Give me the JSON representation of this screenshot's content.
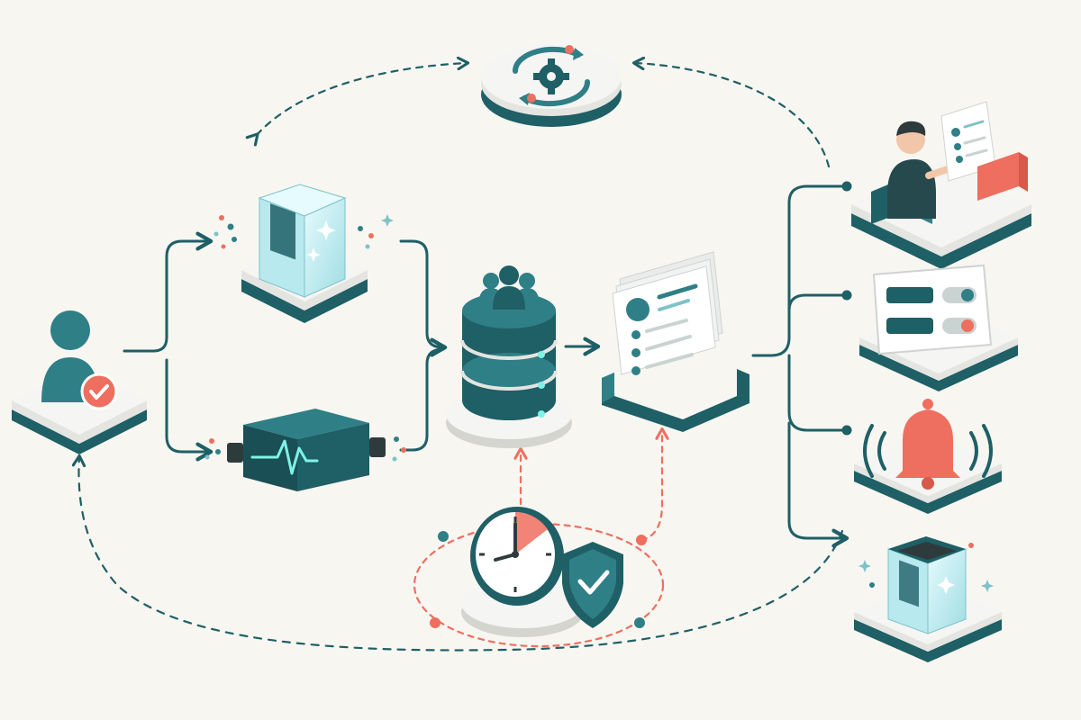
{
  "colors": {
    "background": "#f7f6f1",
    "teal_dark": "#1f5f66",
    "teal": "#2f7f87",
    "teal_light": "#7fc2c8",
    "ice": "#cfeff2",
    "coral": "#ee6f5f",
    "platform_top": "#f5f5f3",
    "platform_side": "#e4e4e0",
    "platform_base": "#1f5f66",
    "paper": "#ffffff",
    "gray": "#d9dcdb"
  },
  "nodes": [
    {
      "id": "user",
      "icon": "user-check-icon"
    },
    {
      "id": "vault",
      "icon": "cryo-vault-icon"
    },
    {
      "id": "monitor",
      "icon": "signal-waveform-icon"
    },
    {
      "id": "sync",
      "icon": "gear-cycle-icon"
    },
    {
      "id": "database",
      "icon": "database-users-icon"
    },
    {
      "id": "records",
      "icon": "profile-records-icon"
    },
    {
      "id": "scheduler",
      "icon": "clock-shield-icon"
    },
    {
      "id": "reviewer",
      "icon": "person-review-icon"
    },
    {
      "id": "settings",
      "icon": "toggle-panel-icon"
    },
    {
      "id": "alerts",
      "icon": "bell-alert-icon"
    },
    {
      "id": "archive",
      "icon": "archive-vault-icon"
    }
  ]
}
